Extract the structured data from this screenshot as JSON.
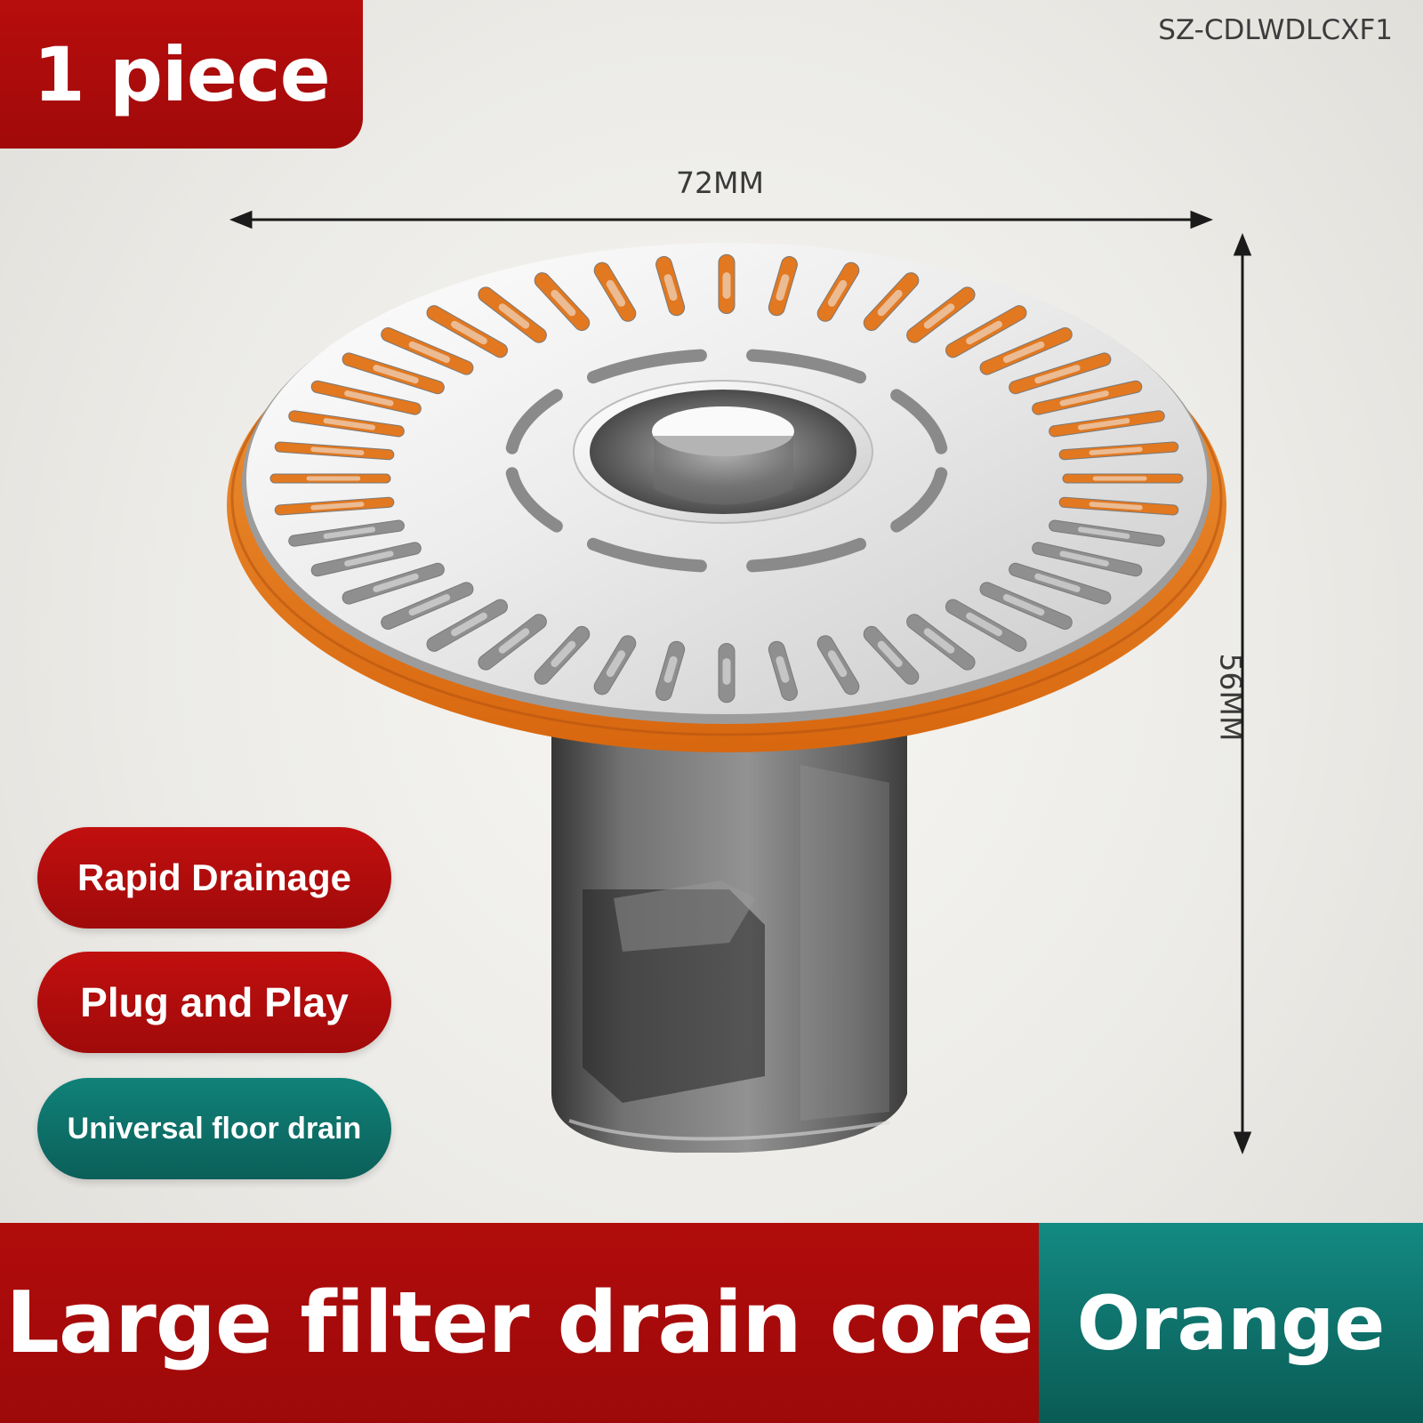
{
  "badge": {
    "quantity": "1 piece"
  },
  "sku": "SZ-CDLWDLCXF1",
  "dimensions": {
    "width": "72MM",
    "height": "56MM"
  },
  "features": [
    "Rapid Drainage",
    "Plug and Play",
    "Universal floor drain"
  ],
  "footer": {
    "product_name": "Large filter drain core",
    "color": "Orange"
  },
  "colors": {
    "brand_red": "#b10c0c",
    "teal": "#0e6f68",
    "accent_orange": "#e8791c"
  }
}
